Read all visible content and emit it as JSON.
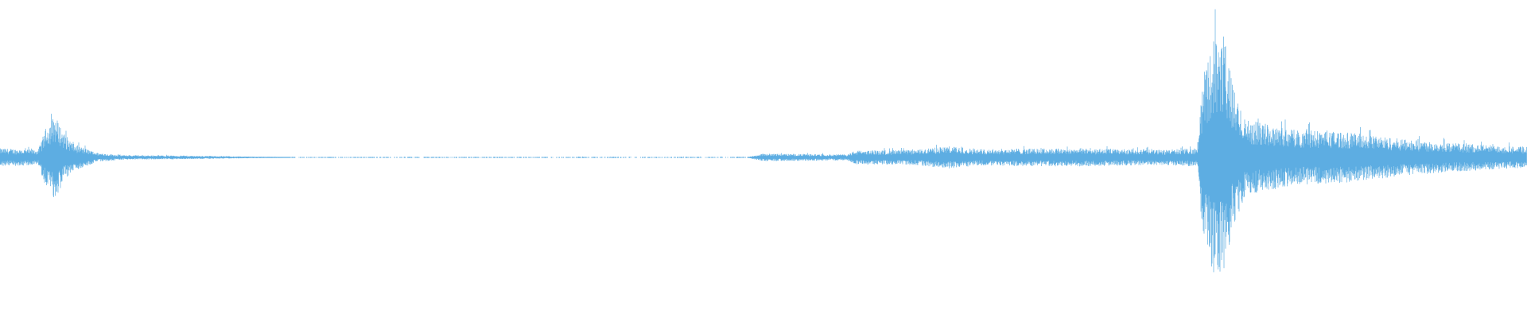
{
  "waveform": {
    "color": "#5DADE2",
    "background": "#FFFFFF",
    "amplitude_envelope": [
      {
        "t": 0.0,
        "a": 0.06
      },
      {
        "t": 0.025,
        "a": 0.05
      },
      {
        "t": 0.031,
        "a": 0.22
      },
      {
        "t": 0.036,
        "a": 0.28
      },
      {
        "t": 0.042,
        "a": 0.16
      },
      {
        "t": 0.048,
        "a": 0.09
      },
      {
        "t": 0.056,
        "a": 0.06
      },
      {
        "t": 0.064,
        "a": 0.03
      },
      {
        "t": 0.08,
        "a": 0.015
      },
      {
        "t": 0.12,
        "a": 0.012
      },
      {
        "t": 0.16,
        "a": 0.006
      },
      {
        "t": 0.2,
        "a": 0.002
      },
      {
        "t": 0.26,
        "a": 0.004
      },
      {
        "t": 0.34,
        "a": 0.004
      },
      {
        "t": 0.42,
        "a": 0.005
      },
      {
        "t": 0.49,
        "a": 0.004
      },
      {
        "t": 0.5,
        "a": 0.025
      },
      {
        "t": 0.555,
        "a": 0.02
      },
      {
        "t": 0.56,
        "a": 0.045
      },
      {
        "t": 0.6,
        "a": 0.05
      },
      {
        "t": 0.62,
        "a": 0.075
      },
      {
        "t": 0.64,
        "a": 0.055
      },
      {
        "t": 0.7,
        "a": 0.06
      },
      {
        "t": 0.76,
        "a": 0.05
      },
      {
        "t": 0.784,
        "a": 0.06
      },
      {
        "t": 0.788,
        "a": 0.55
      },
      {
        "t": 0.795,
        "a": 0.78
      },
      {
        "t": 0.801,
        "a": 0.82
      },
      {
        "t": 0.808,
        "a": 0.45
      },
      {
        "t": 0.816,
        "a": 0.25
      },
      {
        "t": 0.83,
        "a": 0.22
      },
      {
        "t": 0.85,
        "a": 0.18
      },
      {
        "t": 0.88,
        "a": 0.17
      },
      {
        "t": 0.92,
        "a": 0.12
      },
      {
        "t": 0.96,
        "a": 0.09
      },
      {
        "t": 1.0,
        "a": 0.07
      }
    ],
    "dropout_range": [
      0.19,
      0.49
    ]
  }
}
